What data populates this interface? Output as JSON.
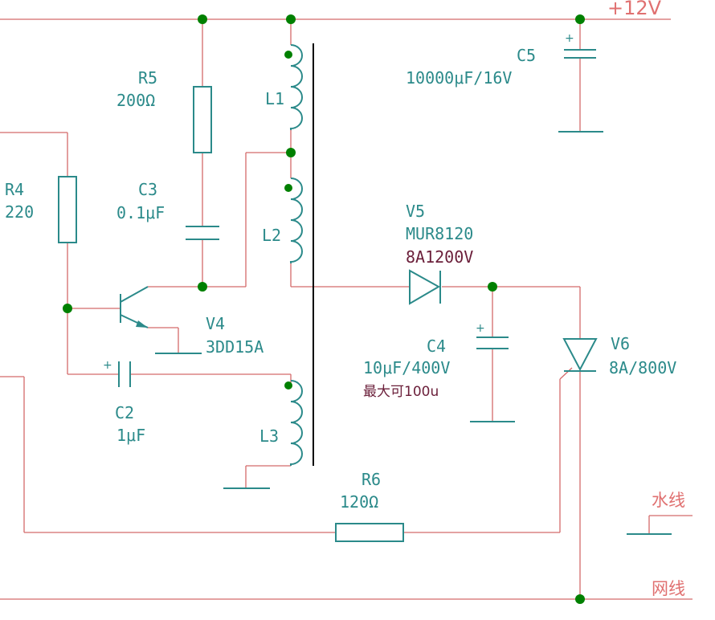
{
  "rails": {
    "supply_label": "+12V",
    "water_label": "水线",
    "mains_label": "网线"
  },
  "components": {
    "r5": {
      "name": "R5",
      "value": "200Ω"
    },
    "r4": {
      "name": "R4",
      "value": "220"
    },
    "r6": {
      "name": "R6",
      "value": "120Ω"
    },
    "c3": {
      "name": "C3",
      "value": "0.1μF"
    },
    "c2": {
      "name": "C2",
      "value": "1μF",
      "polarity": "+"
    },
    "c4": {
      "name": "C4",
      "value": "10μF/400V",
      "note": "最大可100u",
      "polarity": "+"
    },
    "c5": {
      "name": "C5",
      "value": "10000μF/16V",
      "polarity": "+"
    },
    "l1": {
      "name": "L1"
    },
    "l2": {
      "name": "L2"
    },
    "l3": {
      "name": "L3"
    },
    "v4": {
      "name": "V4",
      "value": "3DD15A"
    },
    "v5": {
      "name": "V5",
      "part": "MUR8120",
      "rating": "8A1200V"
    },
    "v6": {
      "name": "V6",
      "value": "8A/800V"
    }
  },
  "colors": {
    "wire": "#d46a6a",
    "component": "#2b8a8a",
    "node": "#008000",
    "core": "#000000",
    "rating_text": "#6b1f3a"
  }
}
